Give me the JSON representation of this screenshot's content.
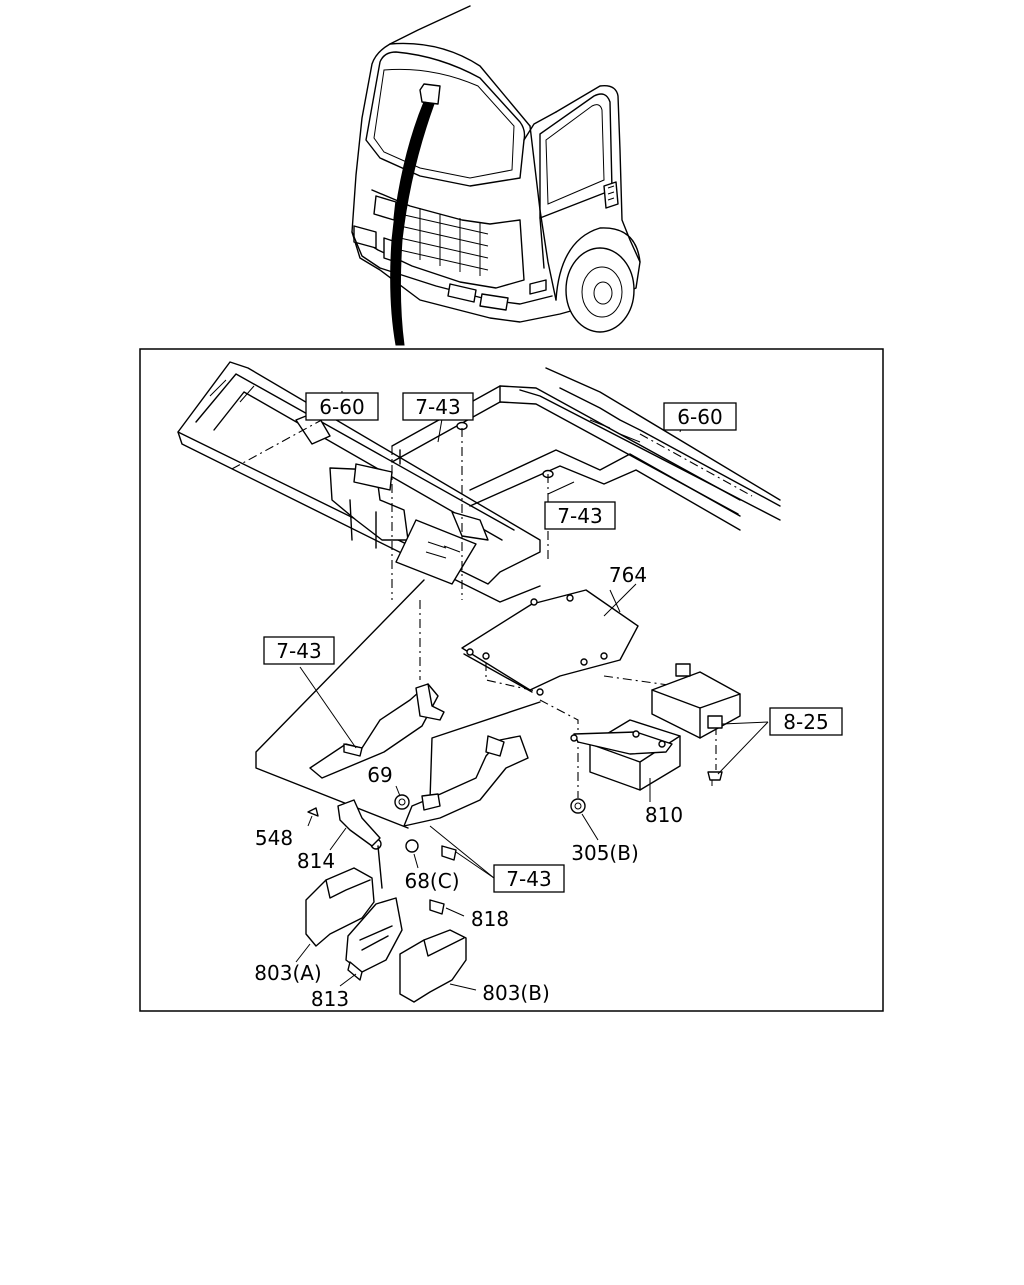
{
  "refs": {
    "r660a": "6-60",
    "r743a": "7-43",
    "r660b": "6-60",
    "r743b": "7-43",
    "r743c": "7-43",
    "r825": "8-25",
    "r743d": "7-43"
  },
  "parts": {
    "p764": "764",
    "p69": "69",
    "p548": "548",
    "p814": "814",
    "p68c": "68(C)",
    "p810": "810",
    "p305b": "305(B)",
    "p818": "818",
    "p803a": "803(A)",
    "p813": "813",
    "p803b": "803(B)"
  }
}
